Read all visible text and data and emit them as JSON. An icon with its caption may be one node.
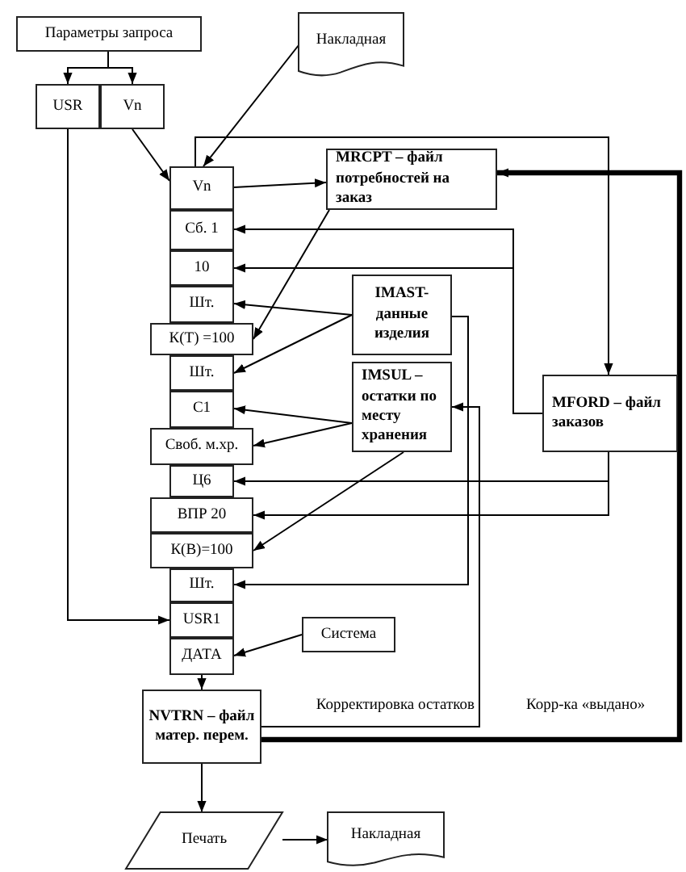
{
  "diagram": {
    "nodes": [
      {
        "text": [
          "Параметры запроса"
        ]
      },
      {
        "text": [
          "USR"
        ]
      },
      {
        "text": [
          "Vn"
        ]
      },
      {
        "text": [
          "Накладная"
        ]
      },
      {
        "text": [
          "Vn"
        ]
      },
      {
        "text": [
          "Сб. 1"
        ]
      },
      {
        "text": [
          "10"
        ]
      },
      {
        "text": [
          "Шт."
        ]
      },
      {
        "text": [
          "К(Т) =100"
        ]
      },
      {
        "text": [
          "Шт."
        ]
      },
      {
        "text": [
          "С1"
        ]
      },
      {
        "text": [
          "Своб. м.хр."
        ]
      },
      {
        "text": [
          "Ц6"
        ]
      },
      {
        "text": [
          "ВПР 20"
        ]
      },
      {
        "text": [
          "К(В)=100"
        ]
      },
      {
        "text": [
          "Шт."
        ]
      },
      {
        "text": [
          "USR1"
        ]
      },
      {
        "text": [
          "ДАТА"
        ]
      },
      {
        "text": [
          "MRCPT – файл потребностей на заказ"
        ]
      },
      {
        "text": [
          "IMAST- данные изделия"
        ]
      },
      {
        "text": [
          "IMSUL – остатки по месту хранения"
        ]
      },
      {
        "text": [
          "MFORD – файл заказов"
        ]
      },
      {
        "text": [
          "Система"
        ]
      },
      {
        "text": [
          "NVTRN – файл матер. перем."
        ]
      },
      {
        "text": [
          "Печать"
        ]
      },
      {
        "text": [
          "Накладная"
        ]
      }
    ],
    "edges": [
      {
        "from": 0,
        "to": 1,
        "arrow": "to"
      },
      {
        "from": 0,
        "to": 2,
        "arrow": "to"
      },
      {
        "from": 2,
        "to": 4,
        "arrow": "to"
      },
      {
        "from": 3,
        "to": 4,
        "arrow": "to"
      },
      {
        "from": 4,
        "to": 18,
        "arrow": "to"
      },
      {
        "from": 4,
        "to": 21,
        "arrow": "to"
      },
      {
        "from": 18,
        "to": 8,
        "arrow": "to"
      },
      {
        "from": 21,
        "to": 5,
        "arrow": "to"
      },
      {
        "from": 21,
        "to": 6,
        "arrow": "to"
      },
      {
        "from": 19,
        "to": 7,
        "arrow": "to"
      },
      {
        "from": 19,
        "to": 9,
        "arrow": "to"
      },
      {
        "from": 19,
        "to": 15,
        "arrow": "to"
      },
      {
        "from": 20,
        "to": 10,
        "arrow": "to"
      },
      {
        "from": 20,
        "to": 11,
        "arrow": "to"
      },
      {
        "from": 20,
        "to": 14,
        "arrow": "to"
      },
      {
        "from": 21,
        "to": 12,
        "arrow": "to"
      },
      {
        "from": 21,
        "to": 13,
        "arrow": "to"
      },
      {
        "from": 1,
        "to": 16,
        "arrow": "to"
      },
      {
        "from": 22,
        "to": 17,
        "arrow": "to"
      },
      {
        "from": 17,
        "to": 23,
        "arrow": "to"
      },
      {
        "from": 23,
        "to": 20,
        "arrow": "to",
        "label": "Корректировка остатков"
      },
      {
        "from": 23,
        "to": 18,
        "arrow": "to",
        "label": "Корр-ка «выдано»",
        "style": "thick"
      },
      {
        "from": 23,
        "to": 24,
        "arrow": "to"
      },
      {
        "from": 24,
        "to": 25,
        "arrow": "to"
      }
    ]
  }
}
